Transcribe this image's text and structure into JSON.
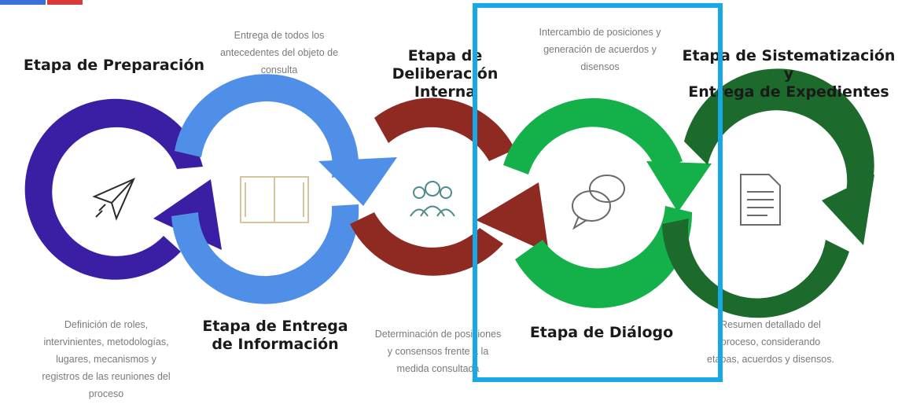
{
  "colors": {
    "stage1": "#3a1ea3",
    "stage2": "#4f8fe8",
    "stage3": "#8f2a23",
    "stage4": "#14b04a",
    "stage5": "#1c6b2c",
    "highlight": "#18a8e6"
  },
  "stages": [
    {
      "title_lines": [
        "Etapa de Preparación"
      ],
      "desc_lines": [
        "Definición de roles,",
        "intervinientes, metodologías,",
        "lugares, mecanismos y",
        "registros de las reuniones del",
        "proceso"
      ],
      "icon": "paper-plane-icon"
    },
    {
      "title_lines": [
        "Etapa de Entrega",
        "de Información"
      ],
      "desc_lines": [
        "Entrega de todos los",
        "antecedentes del objeto de",
        "consulta"
      ],
      "icon": "open-book-icon"
    },
    {
      "title_lines": [
        "Etapa de Deliberación",
        "Interna"
      ],
      "desc_lines": [
        "Determinación de posiciones",
        "y consensos frente a la",
        "medida consultada"
      ],
      "icon": "people-group-icon"
    },
    {
      "title_lines": [
        "Etapa de Diálogo"
      ],
      "desc_lines": [
        "Intercambio de posiciones y",
        "generación de acuerdos y",
        "disensos"
      ],
      "icon": "speech-bubbles-icon"
    },
    {
      "title_lines": [
        "Etapa de Sistematización y",
        "Entrega de Expedientes"
      ],
      "desc_lines": [
        "Resumen detallado del",
        "proceso, considerando",
        "etapas, acuerdos y disensos."
      ],
      "icon": "document-icon"
    }
  ]
}
